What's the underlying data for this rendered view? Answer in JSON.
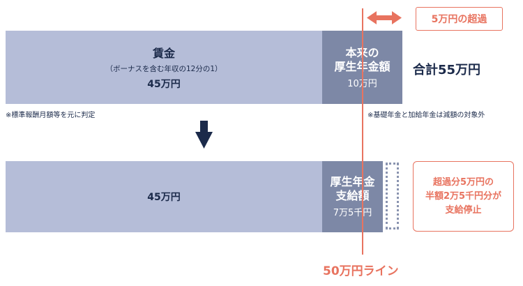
{
  "top": {
    "wage_title": "賃金",
    "wage_subtitle": "（ボーナスを含む年収の12分の1）",
    "wage_amount": "45万円",
    "pension_title_line1": "本来の",
    "pension_title_line2": "厚生年金額",
    "pension_amount": "10万円",
    "total": "合計55万円",
    "note_left": "※標準報酬月額等を元に判定",
    "note_right": "※基礎年金と加給年金は減額の対象外",
    "excess_label": "5万円の超過"
  },
  "bottom": {
    "wage_amount": "45万円",
    "pension_title_line1": "厚生年金",
    "pension_title_line2": "支給額",
    "pension_amount": "7万5千円",
    "explain_line1": "超過分5万円の",
    "explain_line2": "半額2万5千円分が",
    "explain_line3": "支給停止"
  },
  "line_label": "50万円ライン",
  "colors": {
    "wage": "#b5bdd8",
    "pension": "#7d88a6",
    "accent": "#e8735f",
    "arrow": "#1b2a4a"
  }
}
